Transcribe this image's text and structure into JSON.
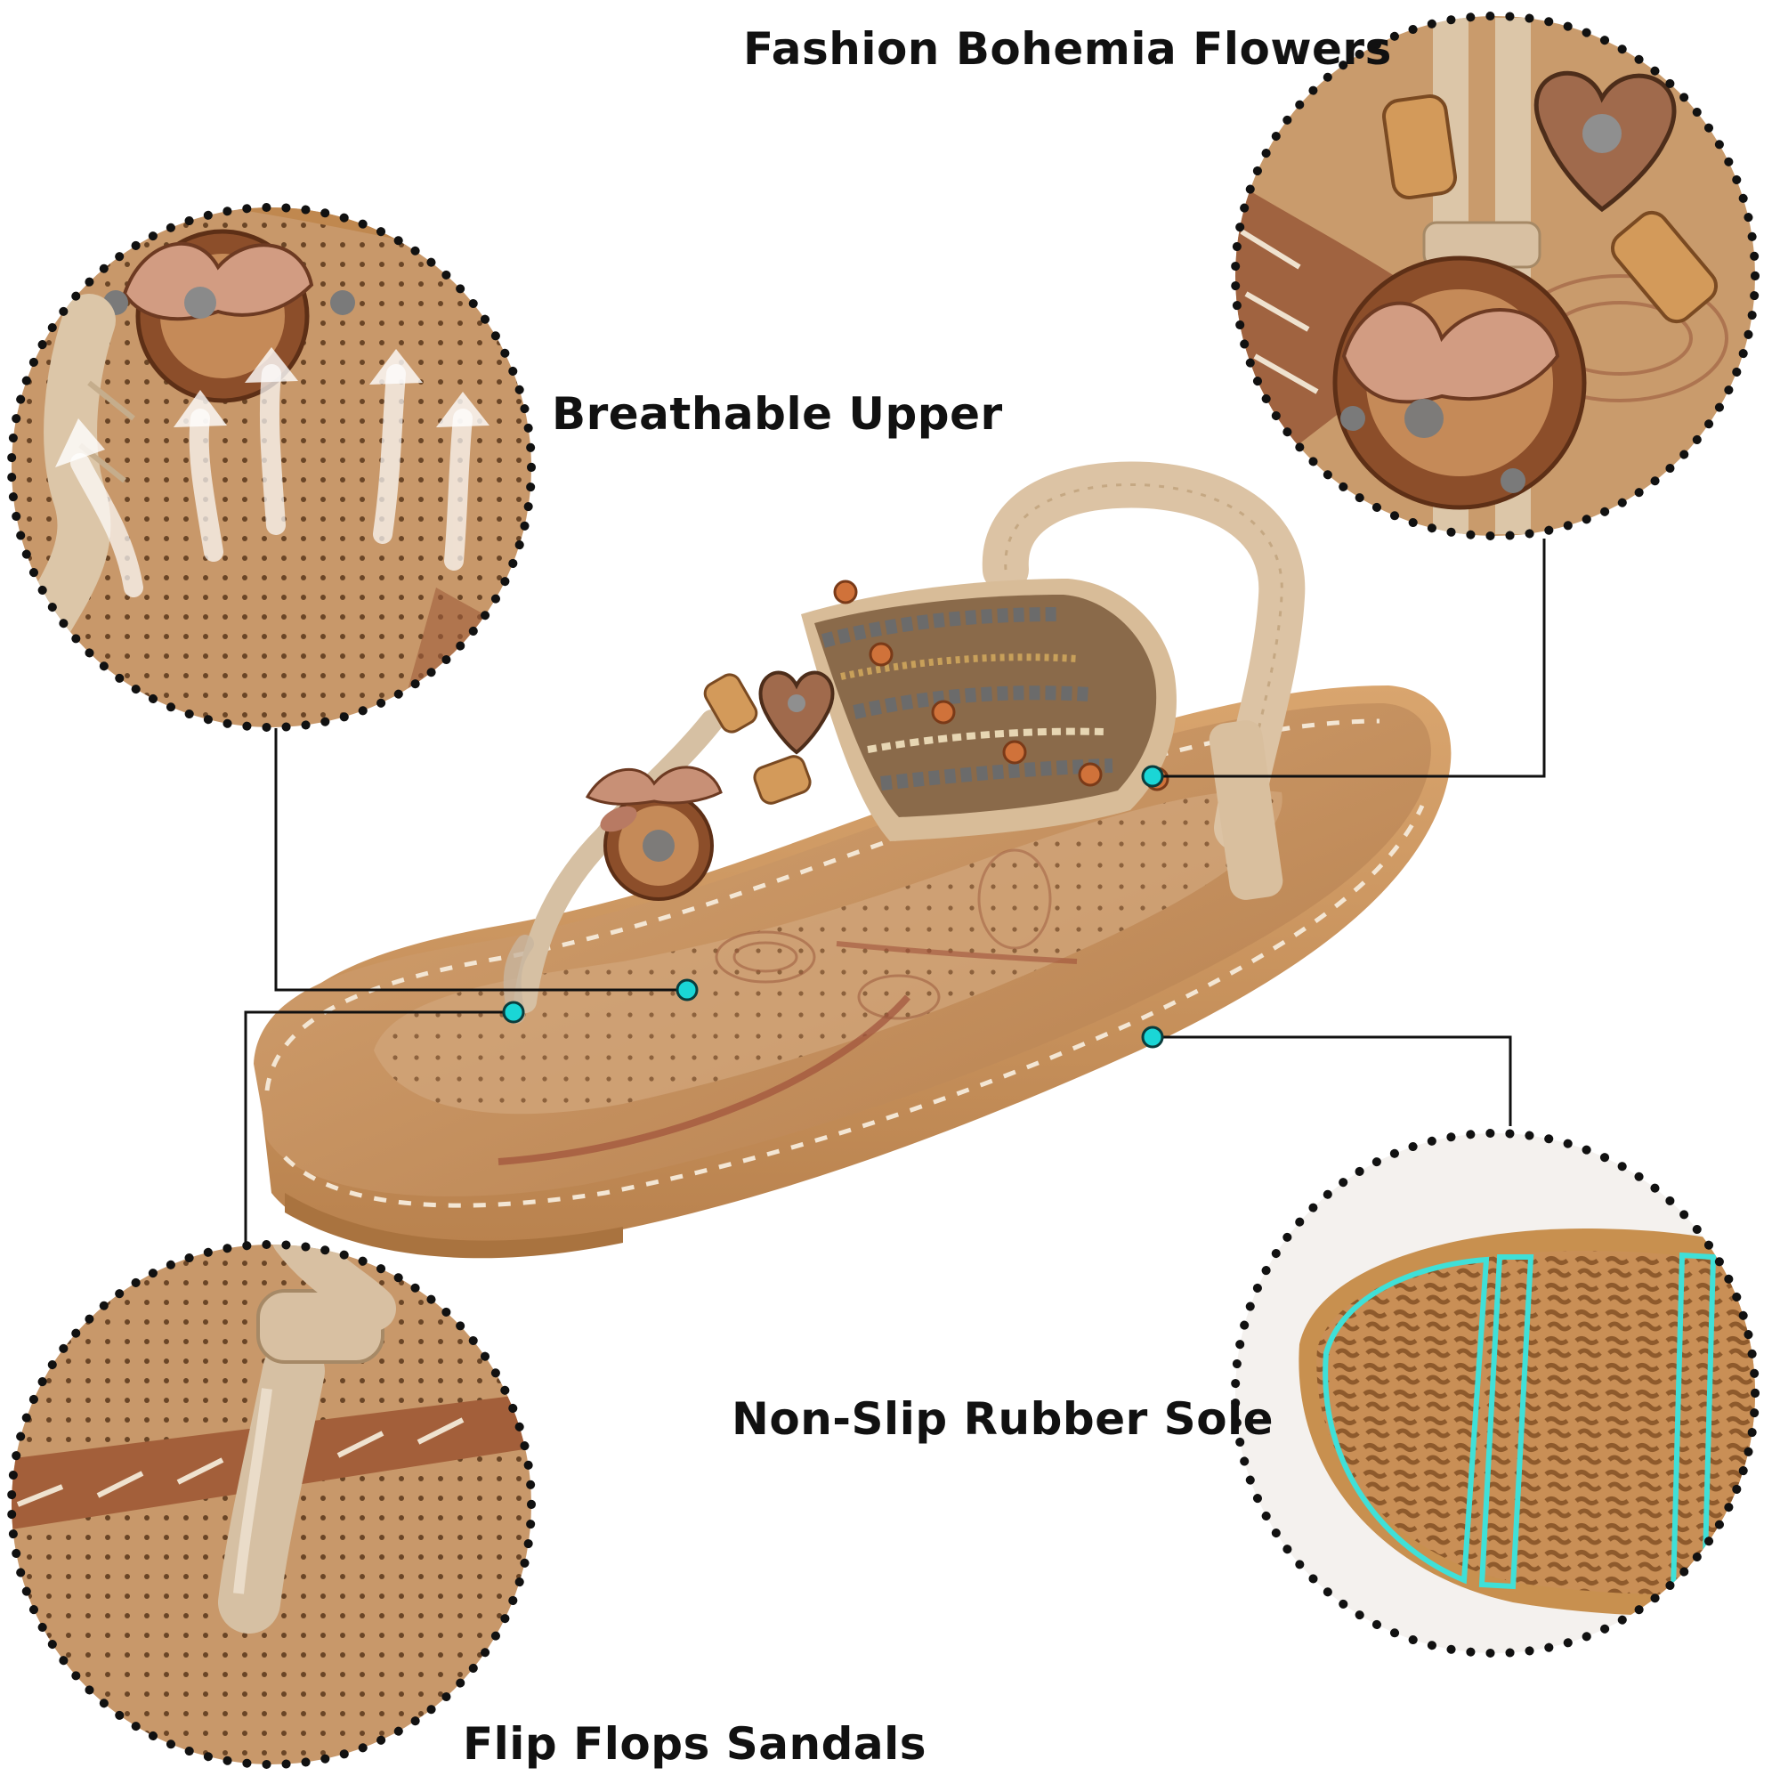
{
  "labels": {
    "fashion": "Fashion Bohemia Flowers",
    "breathable": "Breathable Upper",
    "nonslip": "Non-Slip Rubber Sole",
    "flipflops": "Flip Flops Sandals"
  },
  "colors": {
    "callout_dot": "#1ad6d6",
    "callout_line": "#111111",
    "frame_dots": "#111111",
    "footbed": "#c79760",
    "footbed_dark": "#a06a3c",
    "strap": "#e2cdb2",
    "sole": "#d6a06a",
    "tread_outline": "#3fe0d8"
  },
  "icons": {
    "airflow": "airflow-arrows-icon",
    "callout": "callout-dot-icon"
  }
}
